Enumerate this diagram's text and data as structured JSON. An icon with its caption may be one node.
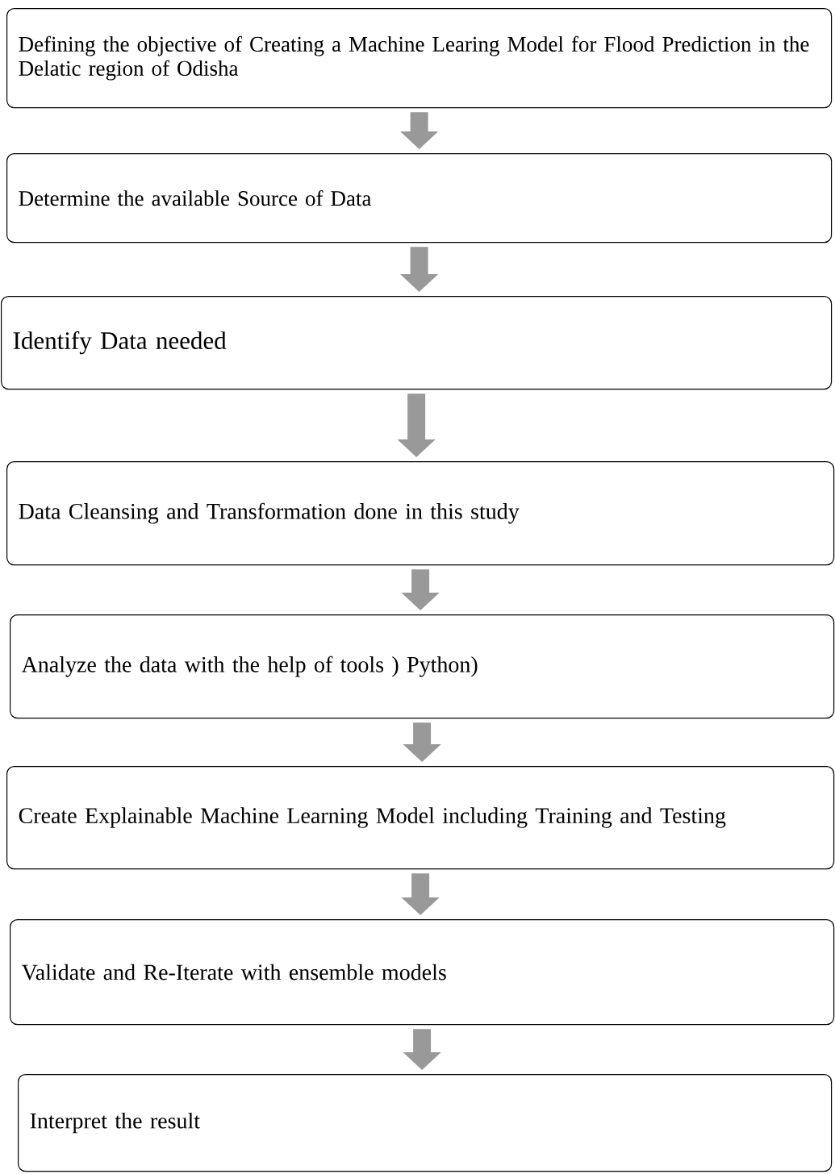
{
  "diagram": {
    "nodes": [
      {
        "text": [
          "Defining the objective of Creating a Machine Learing Model for Flood Prediction in the Delatic region of Odisha"
        ]
      },
      {
        "text": [
          "Determine the available  Source of  Data"
        ]
      },
      {
        "text": [
          "Identify Data needed"
        ]
      },
      {
        "text": [
          "Data Cleansing and Transformation done in this study"
        ]
      },
      {
        "text": [
          "Analyze the data with the help of tools ) Python)"
        ]
      },
      {
        "text": [
          "Create Explainable Machine Learning Model including Training and Testing"
        ]
      },
      {
        "text": [
          "Validate and Re-Iterate with ensemble models"
        ]
      },
      {
        "text": [
          "Interpret the result"
        ]
      }
    ],
    "edges": [
      {
        "from": 0,
        "to": 1,
        "arrow": "to"
      },
      {
        "from": 1,
        "to": 2,
        "arrow": "to"
      },
      {
        "from": 2,
        "to": 3,
        "arrow": "to"
      },
      {
        "from": 3,
        "to": 4,
        "arrow": "to"
      },
      {
        "from": 4,
        "to": 5,
        "arrow": "to"
      },
      {
        "from": 5,
        "to": 6,
        "arrow": "to"
      },
      {
        "from": 6,
        "to": 7,
        "arrow": "to"
      }
    ]
  }
}
